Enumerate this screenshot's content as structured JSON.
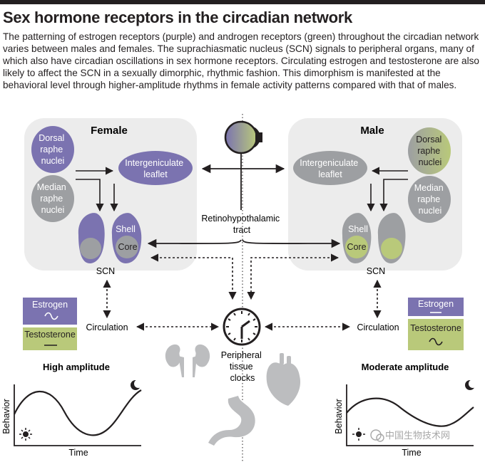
{
  "title": "Sex hormone receptors in the circadian network",
  "caption": "The patterning of estrogen receptors (purple) and androgen receptors (green) throughout the circadian network varies between males and females. The suprachiasmatic nucleus (SCN) signals to peripheral organs, many of which also have circadian oscillations in sex hormone receptors. Circulating estrogen and testosterone are also likely to affect the SCN in a sexually dimorphic, rhythmic fashion. This dimorphism is manifested at the behavioral level through higher-amplitude rhythms in female activity patterns compared with that of males.",
  "colors": {
    "estrogen": "#7b73b0",
    "androgen": "#b9c97a",
    "gray": "#9d9fa2",
    "panel": "#ececec"
  },
  "female": {
    "heading": "Female",
    "dorsal": [
      "Dorsal",
      "raphe",
      "nuclei"
    ],
    "median": [
      "Median",
      "raphe",
      "nuclei"
    ],
    "igl": [
      "Intergeniculate",
      "leaflet"
    ],
    "shell": "Shell",
    "core": "Core",
    "scn": "SCN"
  },
  "male": {
    "heading": "Male",
    "dorsal": [
      "Dorsal",
      "raphe",
      "nuclei"
    ],
    "median": [
      "Median",
      "raphe",
      "nuclei"
    ],
    "igl": [
      "Intergeniculate",
      "leaflet"
    ],
    "shell": "Shell",
    "core": "Core",
    "scn": "SCN"
  },
  "center": {
    "tract": [
      "Retinohypothalamic",
      "tract"
    ],
    "peripheral": [
      "Peripheral",
      "tissue",
      "clocks"
    ]
  },
  "hormones": {
    "estrogen": "Estrogen",
    "testosterone": "Testosterone",
    "circulation": "Circulation"
  },
  "plots": {
    "female_title": "High amplitude",
    "male_title": "Moderate amplitude",
    "ylabel": "Behavior",
    "xlabel": "Time"
  },
  "watermark": "中国生物技术网"
}
